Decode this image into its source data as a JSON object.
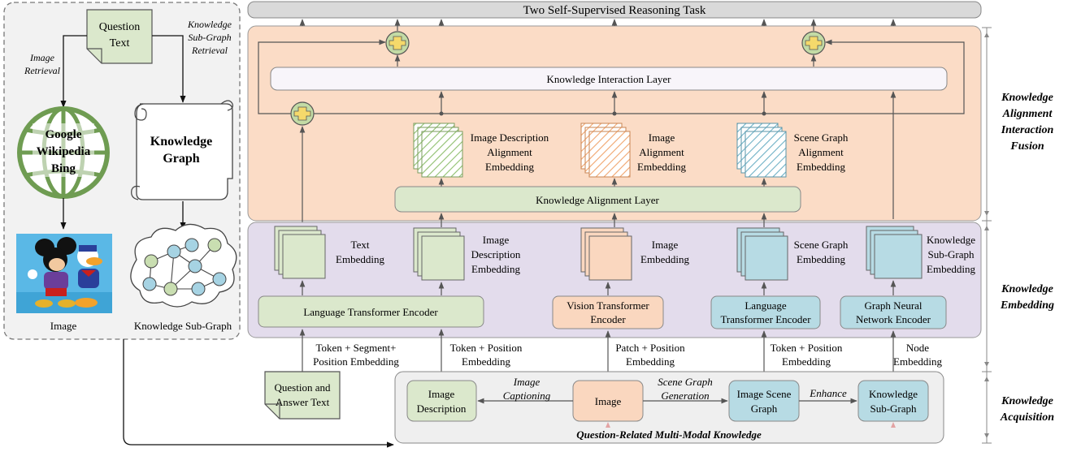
{
  "top_task": "Two Self-Supervised Reasoning Task",
  "left_panel": {
    "question_text": [
      "Question",
      "Text"
    ],
    "image_retrieval": [
      "Image",
      "Retrieval"
    ],
    "kg_retrieval": [
      "Knowledge",
      "Sub-Graph",
      "Retrieval"
    ],
    "search_engines": [
      "Google",
      "Wikipedia",
      "Bing"
    ],
    "knowledge_graph": [
      "Knowledge",
      "Graph"
    ],
    "image_label": "Image",
    "subgraph_label": "Knowledge Sub-Graph"
  },
  "alignment_section": {
    "interaction_layer": "Knowledge Interaction Layer",
    "alignment_layer": "Knowledge Alignment Layer",
    "emb_image_desc": [
      "Image Description",
      "Alignment",
      "Embedding"
    ],
    "emb_image": [
      "Image",
      "Alignment",
      "Embedding"
    ],
    "emb_scene": [
      "Scene Graph",
      "Alignment",
      "Embedding"
    ]
  },
  "embedding_section": {
    "text_emb": [
      "Text",
      "Embedding"
    ],
    "image_desc_emb": [
      "Image",
      "Description",
      "Embedding"
    ],
    "image_emb": [
      "Image",
      "Embedding"
    ],
    "scene_emb": [
      "Scene Graph",
      "Embedding"
    ],
    "kg_emb": [
      "Knowledge",
      "Sub-Graph",
      "Embedding"
    ],
    "lang_encoder": "Language Transformer Encoder",
    "vit_encoder": [
      "Vision Transformer",
      "Encoder"
    ],
    "lang_encoder2": [
      "Language",
      "Transformer Encoder"
    ],
    "gnn_encoder": [
      "Graph Neural",
      "Network Encoder"
    ]
  },
  "input_labels": {
    "token_segment": [
      "Token + Segment+",
      "Position Embedding"
    ],
    "token_position": [
      "Token + Position",
      "Embedding"
    ],
    "patch_position": [
      "Patch + Position",
      "Embedding"
    ],
    "token_position2": [
      "Token + Position",
      "Embedding"
    ],
    "node": [
      "Node",
      "Embedding"
    ]
  },
  "acquisition_section": {
    "qa_text": [
      "Question and",
      "Answer Text"
    ],
    "image_description": [
      "Image",
      "Description"
    ],
    "image_captioning": [
      "Image",
      "Captioning"
    ],
    "image": "Image",
    "scene_graph_generation": [
      "Scene Graph",
      "Generation"
    ],
    "image_scene_graph": [
      "Image Scene",
      "Graph"
    ],
    "enhance": "Enhance",
    "knowledge_subgraph": [
      "Knowledge",
      "Sub-Graph"
    ],
    "caption": "Question-Related Multi-Modal Knowledge"
  },
  "side_labels": {
    "alignment": [
      "Knowledge",
      "Alignment",
      "Interaction",
      "Fusion"
    ],
    "embedding": [
      "Knowledge",
      "Embedding"
    ],
    "acquisition": [
      "Knowledge",
      "Acquisition"
    ]
  },
  "colors": {
    "orange_panel": "#fbdcc6",
    "purple_panel": "#e3dcec",
    "green_box": "#dbe8cc",
    "orange_box": "#fad7bf",
    "blue_box": "#b7dbe4",
    "gray_panel": "#efefef"
  }
}
